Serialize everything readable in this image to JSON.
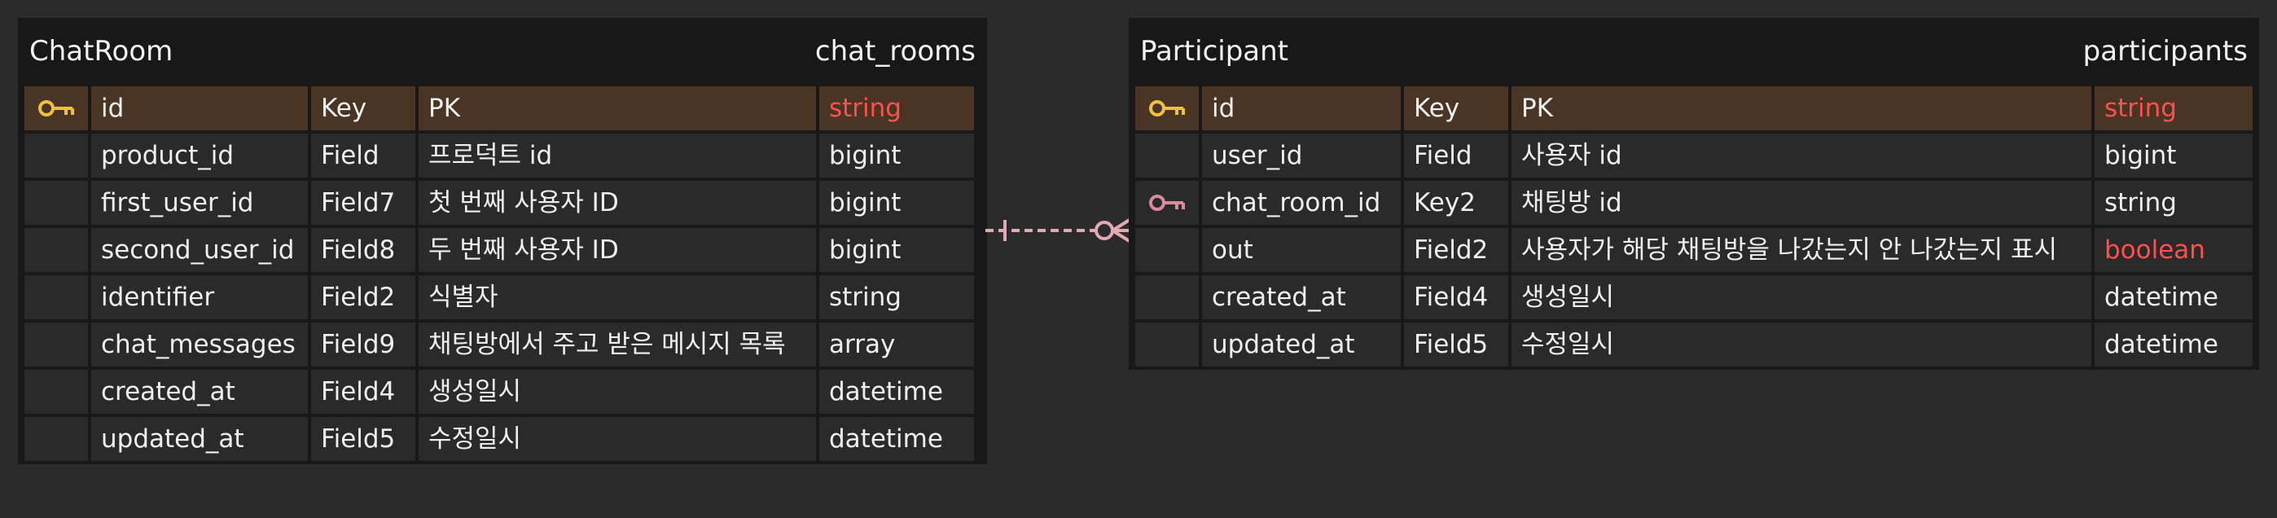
{
  "entities": [
    {
      "name": "ChatRoom",
      "table": "chat_rooms",
      "fields": [
        {
          "name": "id",
          "key": "Key",
          "description": "PK",
          "type": "string",
          "icon": "primary-key-icon",
          "primary": true
        },
        {
          "name": "product_id",
          "key": "Field",
          "description": "프로덕트 id",
          "type": "bigint"
        },
        {
          "name": "first_user_id",
          "key": "Field7",
          "description": "첫 번째 사용자 ID",
          "type": "bigint"
        },
        {
          "name": "second_user_id",
          "key": "Field8",
          "description": "두 번째 사용자 ID",
          "type": "bigint"
        },
        {
          "name": "identifier",
          "key": "Field2",
          "description": "식별자",
          "type": "string"
        },
        {
          "name": "chat_messages",
          "key": "Field9",
          "description": "채팅방에서 주고 받은 메시지 목록",
          "type": "array"
        },
        {
          "name": "created_at",
          "key": "Field4",
          "description": "생성일시",
          "type": "datetime"
        },
        {
          "name": "updated_at",
          "key": "Field5",
          "description": "수정일시",
          "type": "datetime"
        }
      ]
    },
    {
      "name": "Participant",
      "table": "participants",
      "fields": [
        {
          "name": "id",
          "key": "Key",
          "description": "PK",
          "type": "string",
          "icon": "primary-key-icon",
          "primary": true
        },
        {
          "name": "user_id",
          "key": "Field",
          "description": "사용자 id",
          "type": "bigint"
        },
        {
          "name": "chat_room_id",
          "key": "Key2",
          "description": "채팅방 id",
          "type": "string",
          "icon": "foreign-key-icon"
        },
        {
          "name": "out",
          "key": "Field2",
          "description": "사용자가 해당 채팅방을 나갔는지 안 나갔는지 표시",
          "type": "boolean",
          "type_highlight": true
        },
        {
          "name": "created_at",
          "key": "Field4",
          "description": "생성일시",
          "type": "datetime"
        },
        {
          "name": "updated_at",
          "key": "Field5",
          "description": "수정일시",
          "type": "datetime"
        }
      ]
    }
  ],
  "relationship": {
    "from": "ChatRoom",
    "to": "Participant",
    "cardinality": "one-to-zero-or-many"
  },
  "colors": {
    "background": "#2b2b2b",
    "table": "#181818",
    "cell": "#2a2a2a",
    "primary_row": "#4a3524",
    "highlight_type": "#ff4f4f",
    "primary_key_icon": "#f0c23b",
    "foreign_key_icon": "#d98b9c",
    "connector": "#e0a9b3"
  }
}
